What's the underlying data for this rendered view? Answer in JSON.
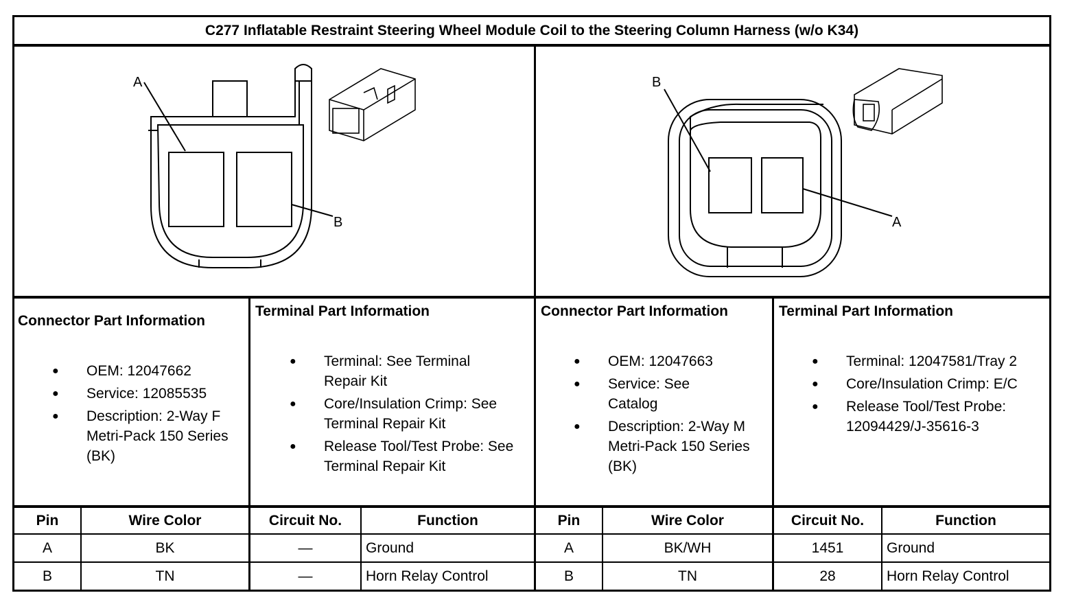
{
  "title": "C277 Inflatable Restraint Steering Wheel Module Coil to the Steering Column Harness (w/o K34)",
  "left_diagram": {
    "labels": [
      "A",
      "B"
    ]
  },
  "right_diagram": {
    "labels": [
      "B",
      "A"
    ]
  },
  "panels": [
    {
      "heading": "Connector Part Information",
      "items": [
        "OEM: 12047662",
        "Service: 12085535",
        "Description: 2-Way F Metri-Pack 150 Series (BK)"
      ]
    },
    {
      "heading": "Terminal Part Information",
      "items": [
        "Terminal: See Terminal Repair Kit",
        "Core/Insulation Crimp: See Terminal Repair Kit",
        "Release Tool/Test Probe: See Terminal Repair Kit"
      ]
    },
    {
      "heading": "Connector Part Information",
      "items": [
        "OEM: 12047663",
        "Service: See Catalog",
        "Description: 2-Way M Metri-Pack 150 Series (BK)"
      ]
    },
    {
      "heading": "Terminal Part Information",
      "items": [
        "Terminal: 12047581/Tray 2",
        "Core/Insulation Crimp: E/C",
        "Release Tool/Test Probe: 12094429/J-35616-3"
      ]
    }
  ],
  "table": {
    "headers": [
      "Pin",
      "Wire Color",
      "Circuit No.",
      "Function",
      "Pin",
      "Wire Color",
      "Circuit No.",
      "Function"
    ],
    "rows": [
      [
        "A",
        "BK",
        "—",
        "Ground",
        "A",
        "BK/WH",
        "1451",
        "Ground"
      ],
      [
        "B",
        "TN",
        "—",
        "Horn Relay Control",
        "B",
        "TN",
        "28",
        "Horn Relay Control"
      ]
    ]
  }
}
